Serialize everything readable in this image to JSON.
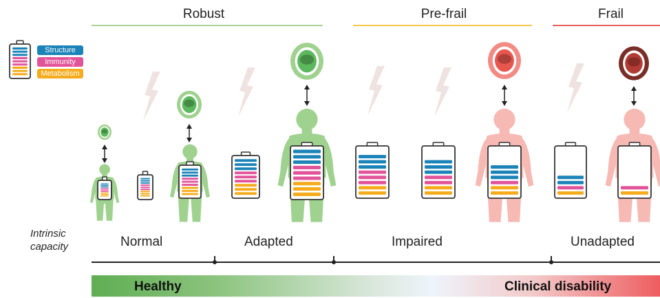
{
  "stages": [
    {
      "label": "Robust",
      "color": "#8cc47e"
    },
    {
      "label": "Pre-frail",
      "color": "#f5c84c"
    },
    {
      "label": "Frail",
      "color": "#e66060"
    }
  ],
  "legend": {
    "items": [
      {
        "label": "Structure",
        "color": "#1a83b8"
      },
      {
        "label": "Immunity",
        "color": "#e2549a"
      },
      {
        "label": "Metabolism",
        "color": "#f5ab1b"
      }
    ]
  },
  "intrinsic_capacity": {
    "label_line1": "Intrinsic",
    "label_line2": "capacity",
    "levels": [
      "Normal",
      "Adapted",
      "Impaired",
      "Unadapted"
    ]
  },
  "spectrum": {
    "left": "Healthy",
    "right": "Clinical disability"
  },
  "colors": {
    "robust_figure": "#9fd18f",
    "robust_mouth": "#5cb85c",
    "prefrail_figure": "#f7b9b3",
    "frail_mouth": "#7a2e28",
    "lightning": "#efe3e1",
    "axis": "#222222"
  }
}
